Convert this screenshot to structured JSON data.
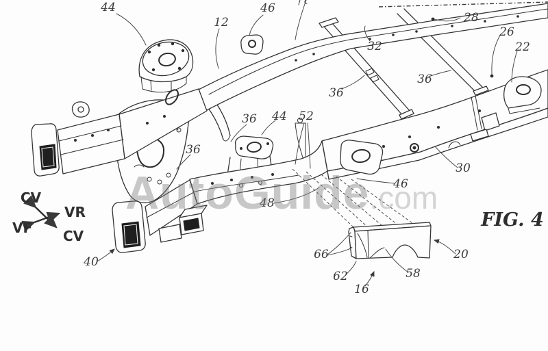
{
  "figure": {
    "caption": "FIG. 4"
  },
  "watermark": {
    "brand": "AutoGuide",
    "domain": ".com"
  },
  "direction_indicator": {
    "top": "CV",
    "right": "VR",
    "left": "VF",
    "bottom": "CV"
  },
  "reference_labels": [
    {
      "text": "44"
    },
    {
      "text": "12"
    },
    {
      "text": "46"
    },
    {
      "text": "28"
    },
    {
      "text": "26"
    },
    {
      "text": "22"
    },
    {
      "text": "32"
    },
    {
      "text": "36"
    },
    {
      "text": "36"
    },
    {
      "text": "36"
    },
    {
      "text": "36"
    },
    {
      "text": "44"
    },
    {
      "text": "52"
    },
    {
      "text": "30"
    },
    {
      "text": "46"
    },
    {
      "text": "48"
    },
    {
      "text": "40"
    },
    {
      "text": "66"
    },
    {
      "text": "62"
    },
    {
      "text": "16"
    },
    {
      "text": "58"
    },
    {
      "text": "20"
    }
  ],
  "colors": {
    "ink": "#343434",
    "background": "#fdfdfd",
    "watermark": "#7d7d7d"
  }
}
